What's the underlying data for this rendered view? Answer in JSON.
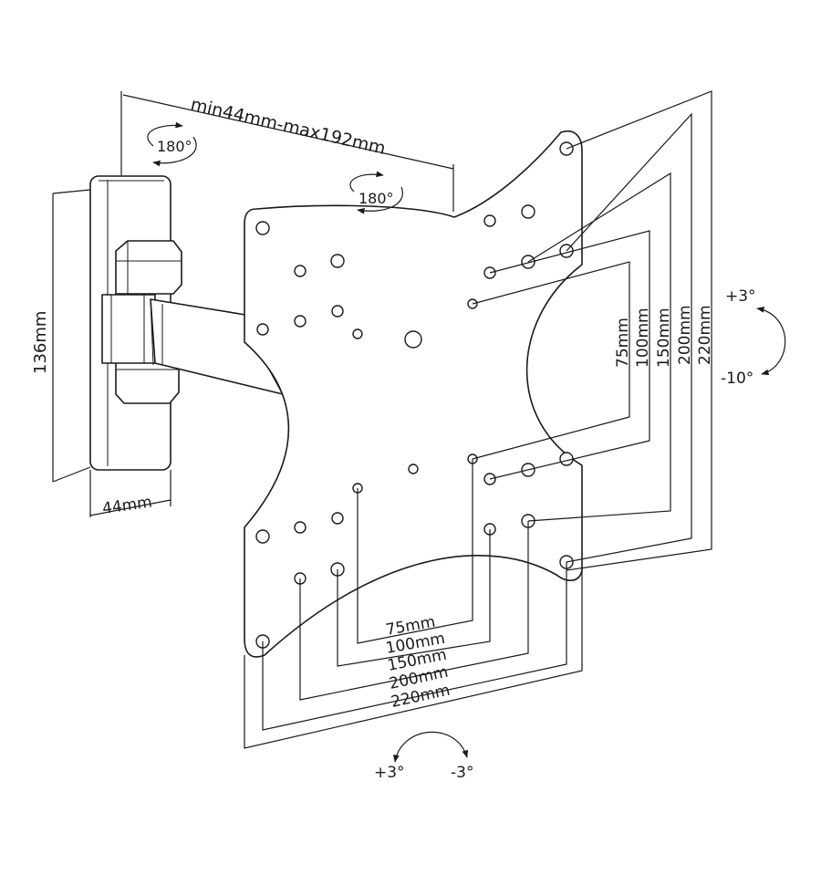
{
  "labels": {
    "arm_extension": "min44mm-max192mm",
    "wall_rotation": "180°",
    "plate_rotation": "180°",
    "wall_plate_height": "136mm",
    "wall_plate_depth": "44mm",
    "tilt_up": "+3°",
    "tilt_down": "-10°",
    "swivel_left": "+3°",
    "swivel_right": "-3°"
  },
  "vesa_horizontal": [
    "75mm",
    "100mm",
    "150mm",
    "200mm",
    "220mm"
  ],
  "vesa_vertical": [
    "75mm",
    "100mm",
    "150mm",
    "200mm",
    "220mm"
  ],
  "colors": {
    "line": "#1a1a1a",
    "background": "#ffffff"
  }
}
